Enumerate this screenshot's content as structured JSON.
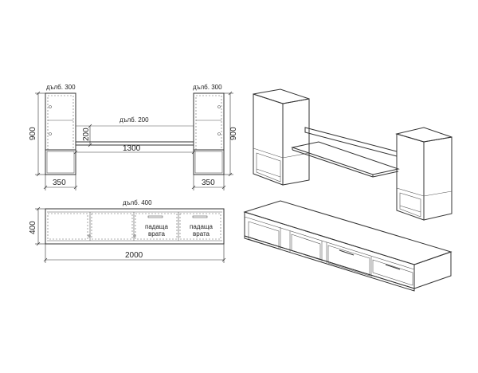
{
  "wall_units": {
    "left_depth_label": "дълб. 300",
    "right_depth_label": "дълб. 300",
    "shelf_depth_label": "дълб. 200",
    "height_label_left": "900",
    "height_label_right": "900",
    "shelf_height_label": "200",
    "shelf_width_label": "1300",
    "left_width_label": "350",
    "right_width_label": "350"
  },
  "tv_stand": {
    "depth_label": "дълб. 400",
    "height_label": "400",
    "width_label": "2000",
    "door_label_1_line1": "падаща",
    "door_label_1_line2": "врата",
    "door_label_2_line1": "падаща",
    "door_label_2_line2": "врата"
  }
}
